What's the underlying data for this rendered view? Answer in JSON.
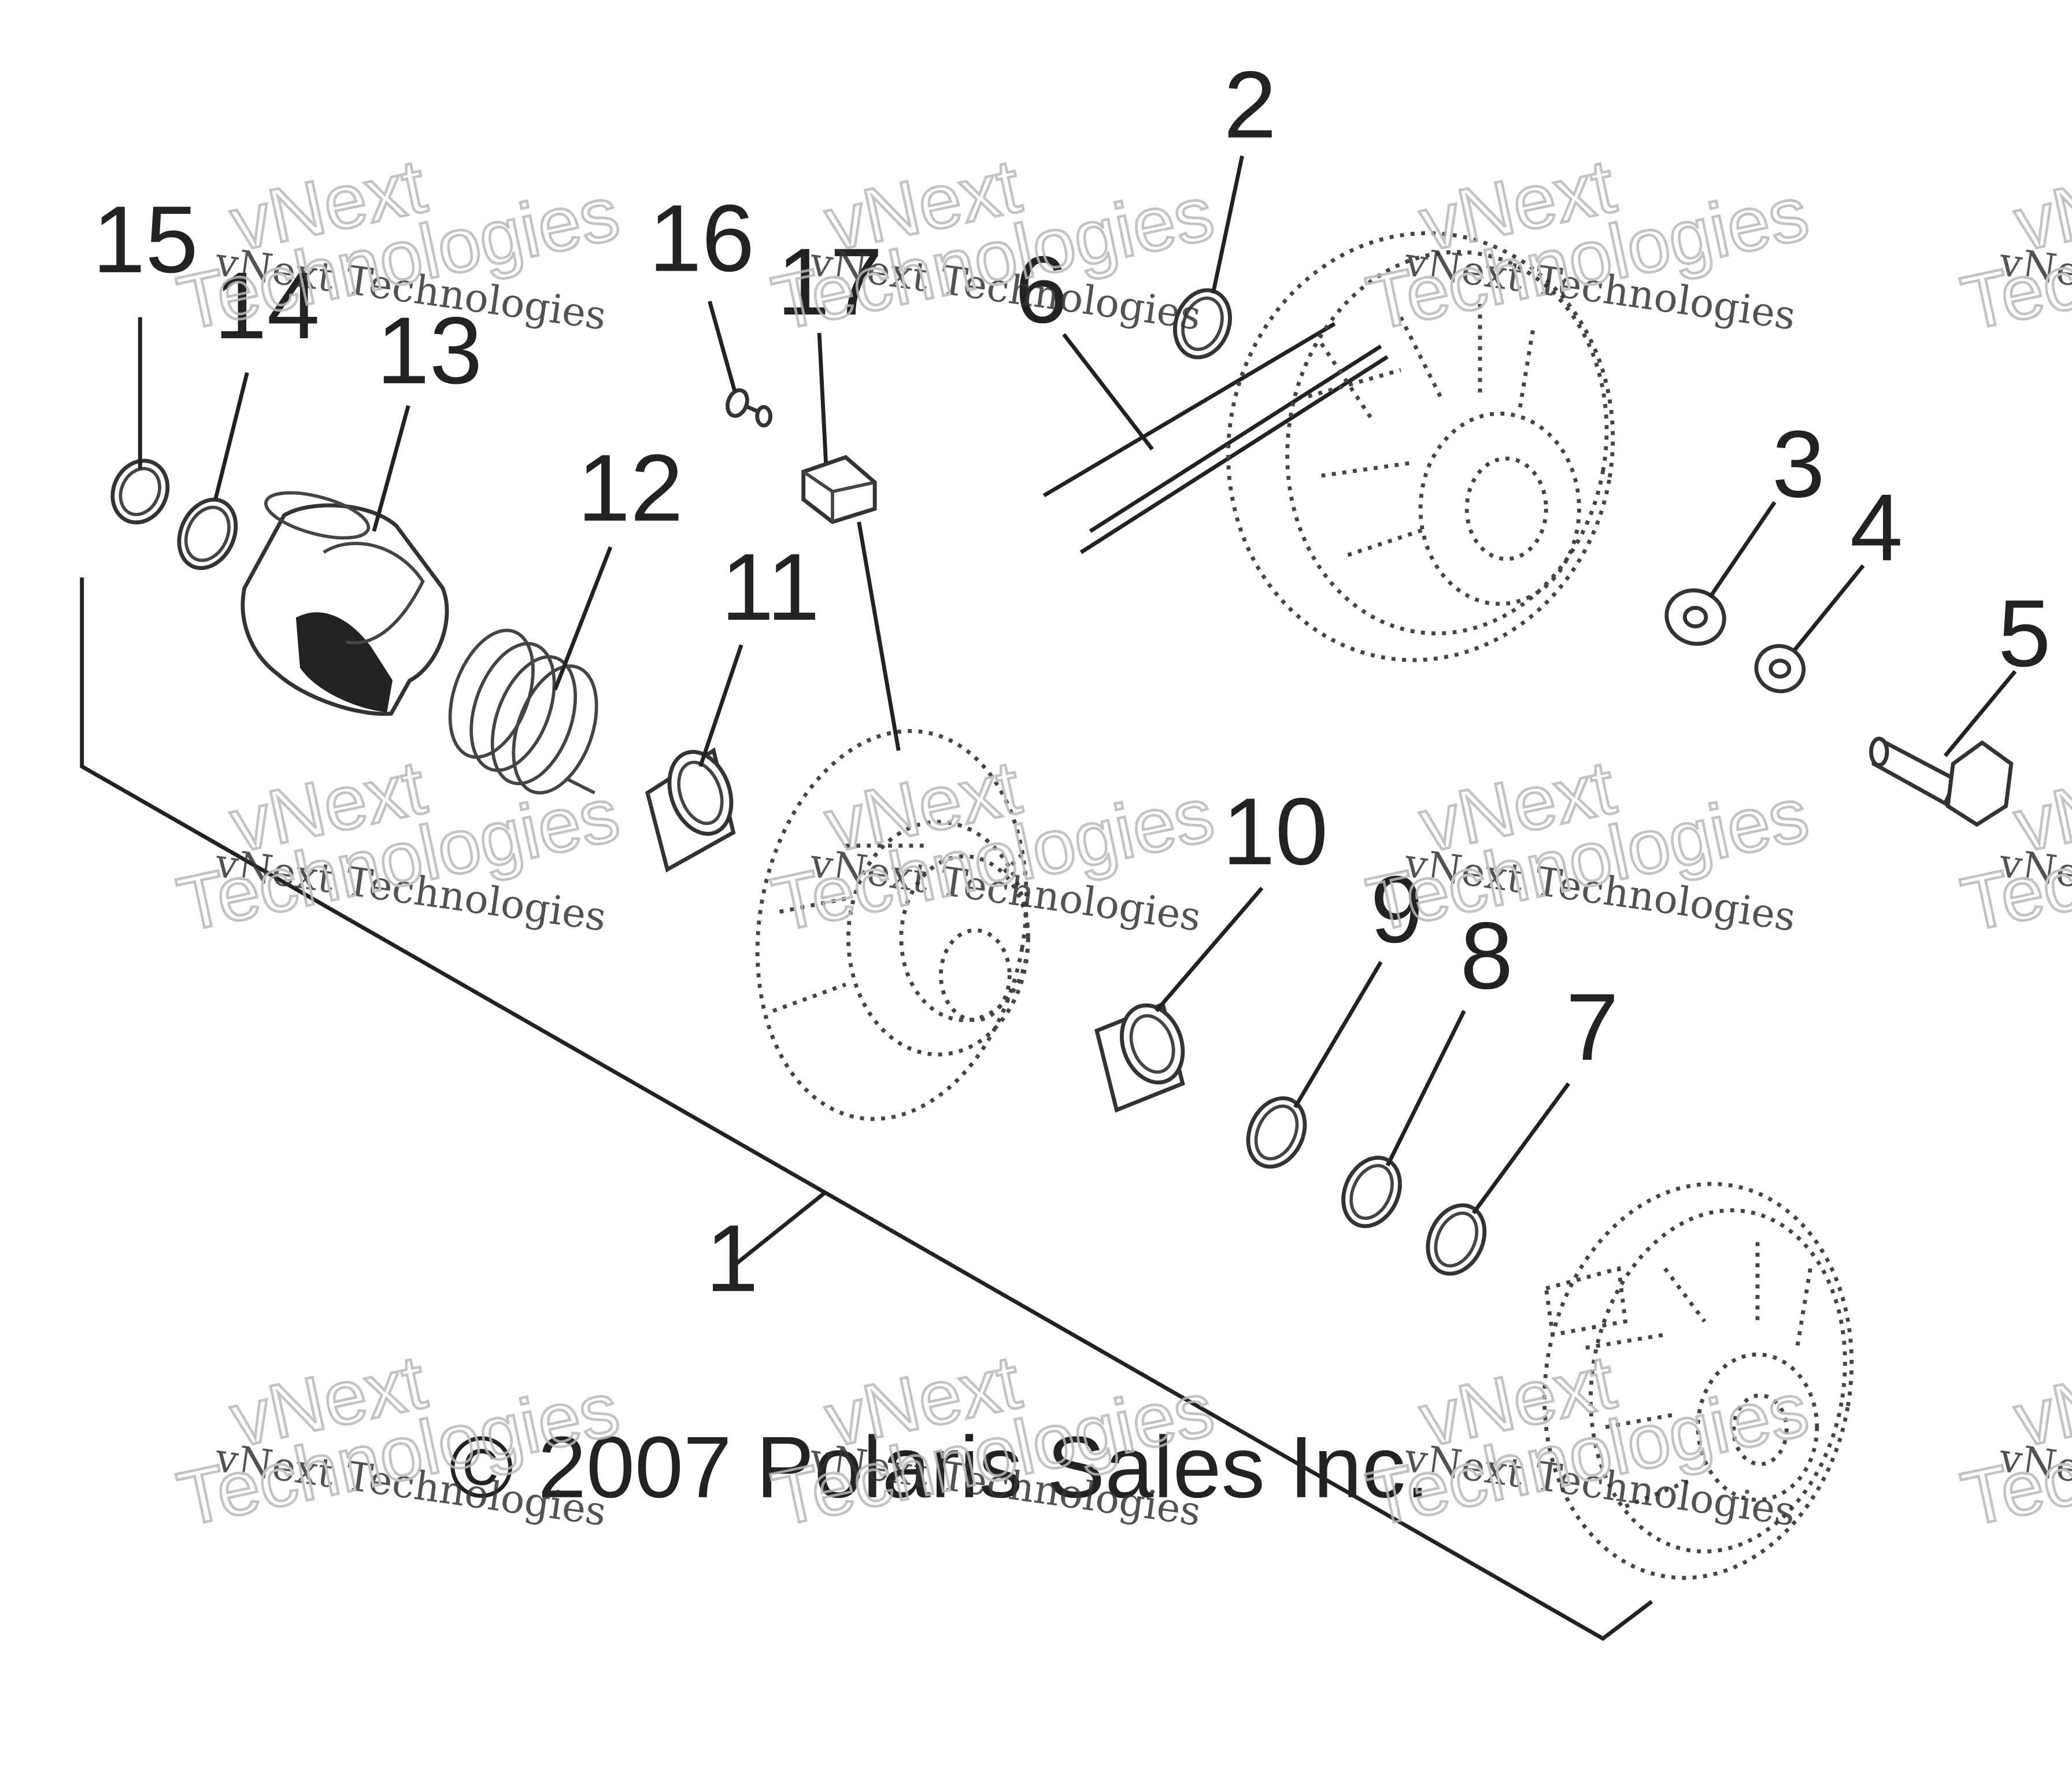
{
  "callouts": {
    "c1": "1",
    "c2": "2",
    "c3": "3",
    "c4": "4",
    "c5": "5",
    "c6": "6",
    "c7": "7",
    "c8": "8",
    "c9": "9",
    "c10": "10",
    "c11": "11",
    "c12": "12",
    "c13": "13",
    "c14": "14",
    "c15": "15",
    "c16": "16",
    "c17": "17"
  },
  "copyright": "© 2007 Polaris Sales Inc.",
  "watermark": {
    "small": "vNext Technologies",
    "big_line1": "vNext",
    "big_line2": "Technologies"
  }
}
